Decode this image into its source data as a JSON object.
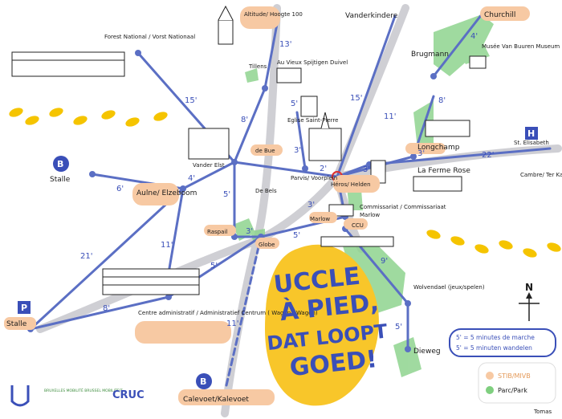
{
  "colors": {
    "route": "#5b6fc4",
    "road": "#c8c8cc",
    "park": "#7fcf7f",
    "stib_badge": "#f7c9a3",
    "yellow": "#f5c400",
    "slogan": "#3a4fb8"
  },
  "places": {
    "altitude": "Altitude/ Hoogte 100",
    "vanderkindere": "Vanderkindere",
    "churchill": "Churchill",
    "forest_national": "Forest National / Vorst Nationaal",
    "tillens": "Tillens",
    "vieux_spijtigen": "Au Vieux Spijtigen Duivel",
    "musee_van_buuren": "Musée Van Buuren Museum",
    "brugmann": "Brugmann",
    "eglise_saint_pierre": "Eglise Saint-Pierre",
    "longchamp": "Longchamp",
    "st_elisabeth": "St. Elisabeth",
    "de_bue": "de Bue",
    "vander_elst": "Vander Elst",
    "stalle_b": "Stalle",
    "aulne": "Aulne/ Elzeboom",
    "de_bels": "De Bels",
    "parvis": "Parvis/ Voorplein",
    "heros": "Héros/ Helden",
    "ferme_rose": "La Ferme Rose",
    "cambre": "Cambre/ Ter Kameren",
    "commissariat": "Commissariat / Commissariaat",
    "marlow_sub": "Marlow",
    "raspail": "Raspail",
    "marlow": "Marlow",
    "ccu": "CCU",
    "globe": "Globe",
    "centre_admin": "Centre administratif / Administratief Centrum ( Wagon / Wagen)",
    "wolvendael": "Wolvendael (jeux/spelen)",
    "stalle_p": "Stalle",
    "dieweg": "Dieweg",
    "calevoet": "Calevoet/Kalevoet"
  },
  "times": {
    "t_altitude": "13'",
    "t_forest": "15'",
    "t_vander_north": "8'",
    "t_heros_vanderkindere": "15'",
    "t_heros_brugmann": "11'",
    "t_brugmann_longchamp": "8'",
    "t_churchill": "4'",
    "t_parvis_north": "5'",
    "t_parvis_south": "3'",
    "t_heros_longchamp": "3'",
    "t_heros_ferme": "3'",
    "t_st_elisabeth": "22'",
    "t_vander_aulne": "4'",
    "t_aulne_stalle": "6'",
    "t_vander_heros": "2'",
    "t_vander_raspail": "5'",
    "t_aulne_centre": "11'",
    "t_stalle_aulne": "21'",
    "t_raspail_globe": "3'",
    "t_marlow": "3'",
    "t_globe_marlow": "5'",
    "t_centre_globe": "5'",
    "t_stalle_centre": "8'",
    "t_ccu_wolvendael": "9'",
    "t_calevoet": "11'",
    "t_wolvendael_dieweg": "5'"
  },
  "slogan": {
    "line1": "UCCLE",
    "line2": "À PIED,",
    "line3": "DAT LOOPT",
    "line4": "GOED!"
  },
  "legend": {
    "line1": "5' = 5 minutes de marche",
    "line2": "5' = 5 minuten wandelen",
    "stib": "STIB/MIVB",
    "parc": "Parc/Park"
  },
  "badges": {
    "train": "B",
    "parking": "P",
    "hospital": "H"
  },
  "compass": "N",
  "logos": {
    "cruc": "CRUC",
    "bruxelles_mobilite": "BRUXELLES MOBILITÉ BRUSSEL MOBILITEIT"
  },
  "signature": "Tomas"
}
